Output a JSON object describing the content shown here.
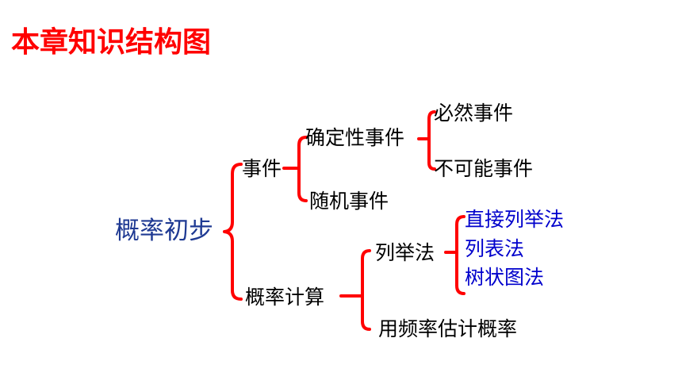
{
  "title": "本章知识结构图",
  "root": "概率初步",
  "level1": {
    "events": "事件",
    "calc": "概率计算"
  },
  "events_children": {
    "certain_type": "确定性事件",
    "random": "随机事件"
  },
  "certain_children": {
    "certain": "必然事件",
    "impossible": "不可能事件"
  },
  "calc_children": {
    "enumeration": "列举法",
    "frequency": "用频率估计概率"
  },
  "enumeration_methods": {
    "direct": "直接列举法",
    "table": "列表法",
    "tree": "树状图法"
  },
  "colors": {
    "title": "#ff0000",
    "brackets": "#ff0000",
    "methods": "#0000cc",
    "root": "#1f3a93"
  }
}
